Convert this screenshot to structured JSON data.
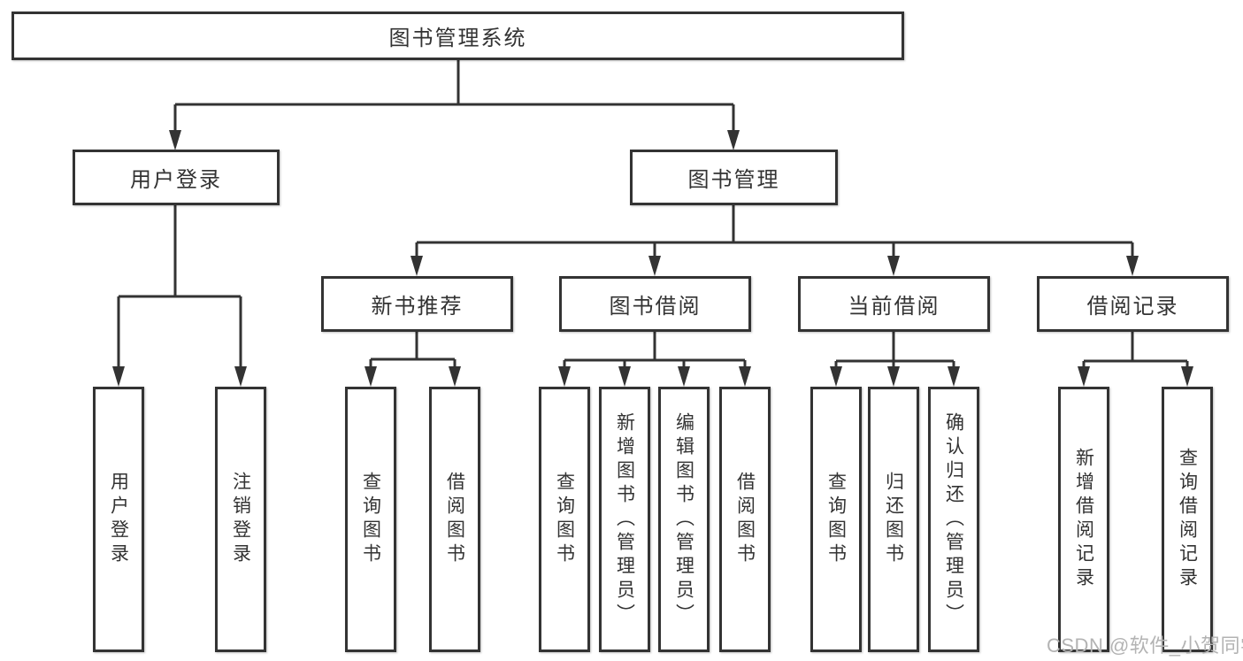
{
  "diagram": {
    "root_label": "图书管理系统",
    "user_login": {
      "label": "用户登录",
      "children": [
        "用户登录",
        "注销登录"
      ]
    },
    "book_management": {
      "label": "图书管理",
      "sections": [
        {
          "label": "新书推荐",
          "children": [
            "查询图书",
            "借阅图书"
          ]
        },
        {
          "label": "图书借阅",
          "children": [
            "查询图书",
            "新增图书（管理员）",
            "编辑图书（管理员）",
            "借阅图书"
          ]
        },
        {
          "label": "当前借阅",
          "children": [
            "查询图书",
            "归还图书",
            "确认归还（管理员）"
          ]
        },
        {
          "label": "借阅记录",
          "children": [
            "新增借阅记录",
            "查询借阅记录"
          ]
        }
      ]
    },
    "watermark": "CSDN @软件_小贺同学",
    "colors": {
      "line": "#333333",
      "text": "#333333",
      "watermark": "#b3b3b3"
    }
  }
}
